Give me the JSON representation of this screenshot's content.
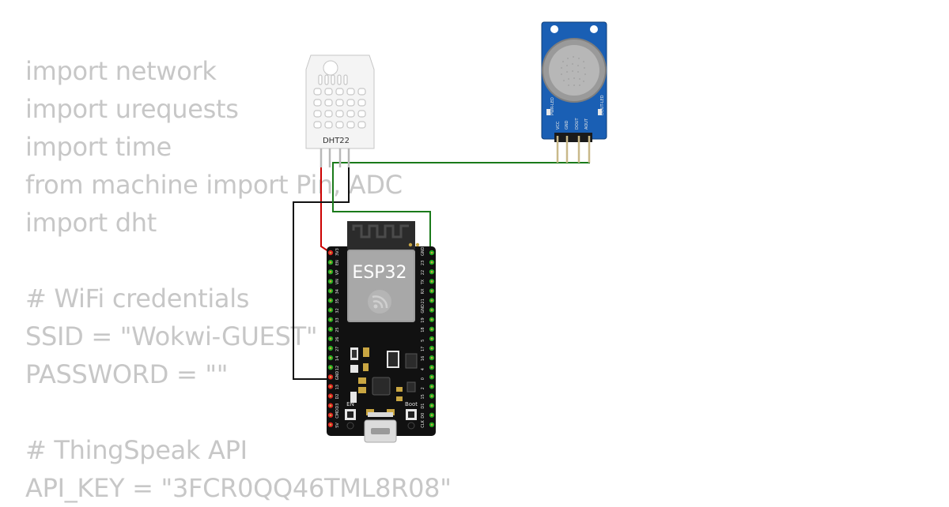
{
  "code_lines": [
    "import network",
    "import urequests",
    "import time",
    "from machine import Pin, ADC",
    "import dht",
    "",
    "# WiFi credentials",
    "SSID = \"Wokwi-GUEST\"",
    "PASSWORD = \"\"",
    "",
    "# ThingSpeak API",
    "API_KEY = \"3FCR0QQ46TML8R08\""
  ],
  "components": {
    "dht": {
      "label": "DHT22"
    },
    "esp32": {
      "label": "ESP32",
      "en_label": "EN",
      "boot_label": "Boot",
      "left_pins": [
        "3V3",
        "EN",
        "VP",
        "VN",
        "34",
        "35",
        "32",
        "33",
        "25",
        "26",
        "27",
        "14",
        "12",
        "GND",
        "13",
        "D2",
        "D3",
        "CMD",
        "5V"
      ],
      "right_pins": [
        "GND",
        "23",
        "22",
        "TX",
        "RX",
        "21",
        "GND",
        "19",
        "18",
        "5",
        "17",
        "16",
        "4",
        "0",
        "2",
        "15",
        "D1",
        "D0",
        "CLK"
      ]
    },
    "gas_sensor": {
      "pins": [
        "VCC",
        "GND",
        "DOUT",
        "AOUT"
      ],
      "led_labels": [
        "PWR-LED",
        "DOUT-LED"
      ]
    }
  },
  "wires": [
    {
      "name": "dht-vcc-to-3v3",
      "color": "#cc0000"
    },
    {
      "name": "dht-gnd-to-gnd",
      "color": "#111111"
    },
    {
      "name": "gas-aout-to-esp32",
      "color": "#1a7a1a"
    }
  ],
  "colors": {
    "code_text": "#c7c7c7",
    "board": "#111111",
    "module_shield": "#2b2b2b",
    "module_can": "#9a9a9a",
    "pin_green": "#22aa22",
    "pin_red": "#dd2222",
    "gas_board": "#1a5fb4",
    "dht_body": "#f4f4f4"
  }
}
